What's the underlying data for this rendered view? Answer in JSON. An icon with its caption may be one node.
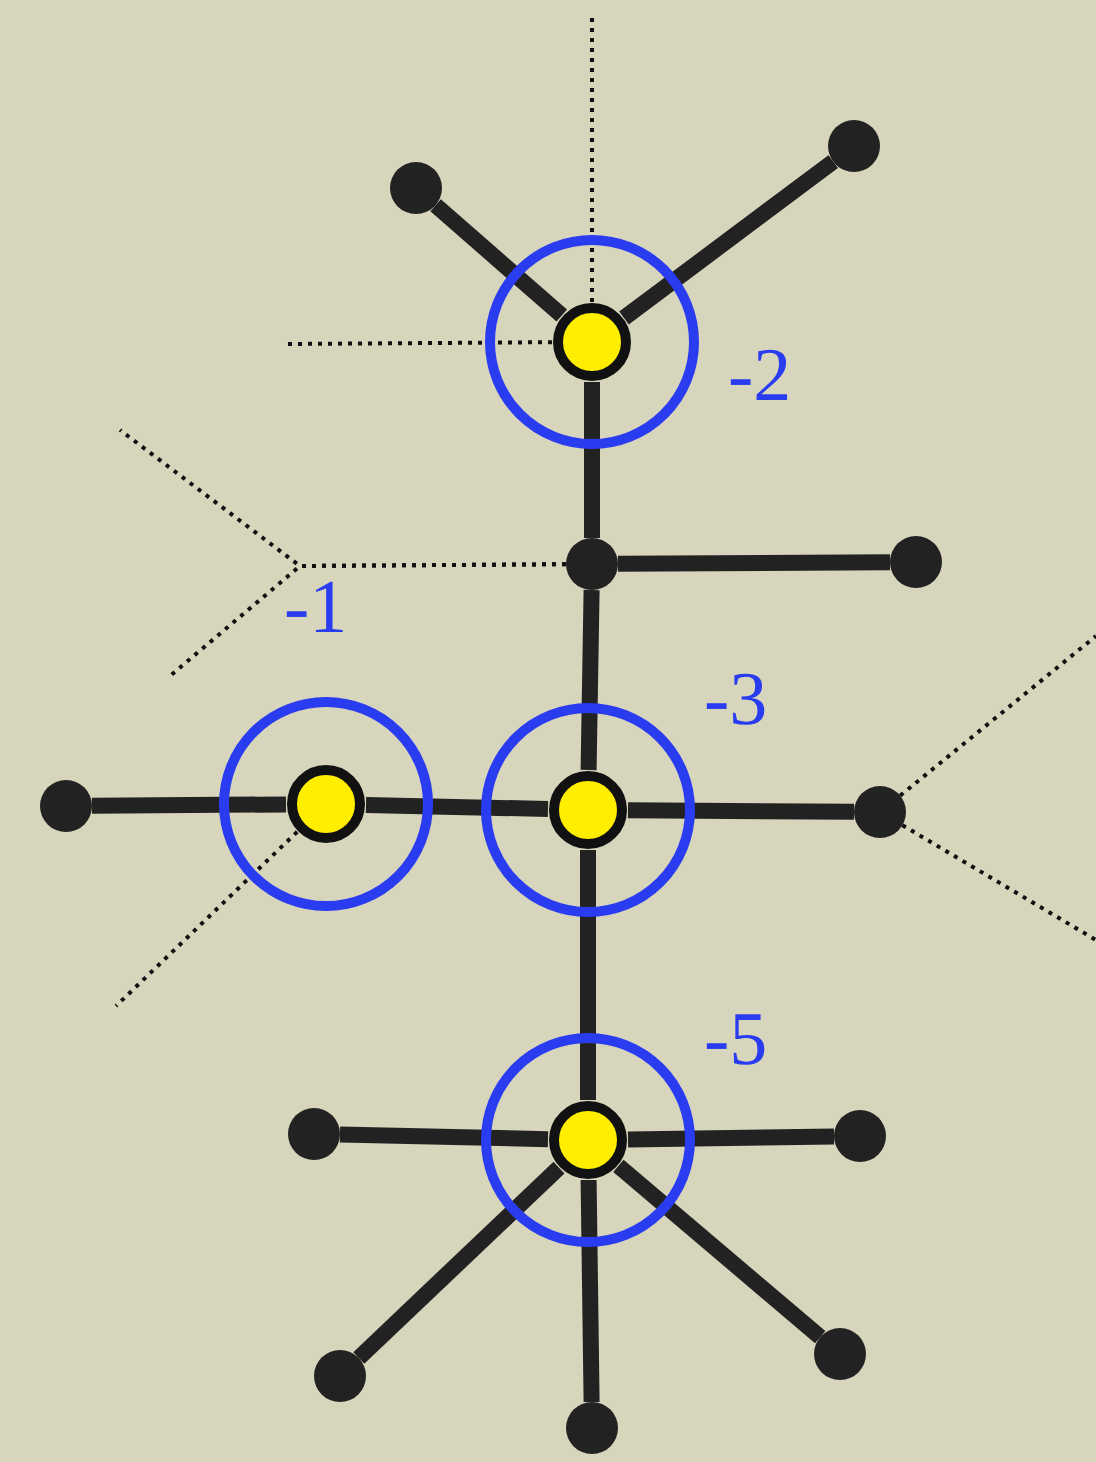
{
  "diagram": {
    "nodes": [
      {
        "text": [],
        "shape": "circle"
      },
      {
        "text": [],
        "shape": "circle"
      },
      {
        "text": [],
        "shape": "circle",
        "beside": [
          "-2"
        ]
      },
      {
        "text": [],
        "shape": "circle"
      },
      {
        "text": [],
        "shape": "circle"
      },
      {
        "text": [],
        "shape": "circle"
      },
      {
        "text": [],
        "shape": "circle",
        "beside": [
          "-1"
        ]
      },
      {
        "text": [],
        "shape": "circle",
        "beside": [
          "-3"
        ]
      },
      {
        "text": [],
        "shape": "circle"
      },
      {
        "text": [],
        "shape": "circle"
      },
      {
        "text": [],
        "shape": "circle",
        "beside": [
          "-5"
        ]
      },
      {
        "text": [],
        "shape": "circle"
      },
      {
        "text": [],
        "shape": "circle"
      },
      {
        "text": [],
        "shape": "circle"
      },
      {
        "text": [],
        "shape": "circle"
      }
    ],
    "edges": [
      {
        "from": 2,
        "to": 0,
        "arrow": "none"
      },
      {
        "from": 2,
        "to": 1,
        "arrow": "none"
      },
      {
        "from": 2,
        "to": 3,
        "arrow": "none"
      },
      {
        "from": 3,
        "to": 4,
        "arrow": "none"
      },
      {
        "from": 3,
        "to": 7,
        "arrow": "none"
      },
      {
        "from": 5,
        "to": 6,
        "arrow": "none"
      },
      {
        "from": 6,
        "to": 7,
        "arrow": "none"
      },
      {
        "from": 7,
        "to": 8,
        "arrow": "none"
      },
      {
        "from": 7,
        "to": 10,
        "arrow": "none"
      },
      {
        "from": 10,
        "to": 9,
        "arrow": "none"
      },
      {
        "from": 10,
        "to": 11,
        "arrow": "none"
      },
      {
        "from": 10,
        "to": 12,
        "arrow": "none"
      },
      {
        "from": 10,
        "to": 14,
        "arrow": "none"
      },
      {
        "from": 10,
        "to": 13,
        "arrow": "none"
      },
      {
        "from": 2,
        "to": null,
        "arrow": "none",
        "style": "dashed"
      },
      {
        "from": 2,
        "to": null,
        "arrow": "none",
        "style": "dashed"
      },
      {
        "from": 3,
        "to": null,
        "arrow": "none",
        "style": "dashed"
      },
      {
        "from": 3,
        "to": null,
        "arrow": "none",
        "style": "dashed"
      },
      {
        "from": 6,
        "to": null,
        "arrow": "none",
        "style": "dashed"
      },
      {
        "from": 8,
        "to": null,
        "arrow": "none",
        "style": "dashed"
      },
      {
        "from": 8,
        "to": null,
        "arrow": "none",
        "style": "dashed"
      }
    ]
  }
}
